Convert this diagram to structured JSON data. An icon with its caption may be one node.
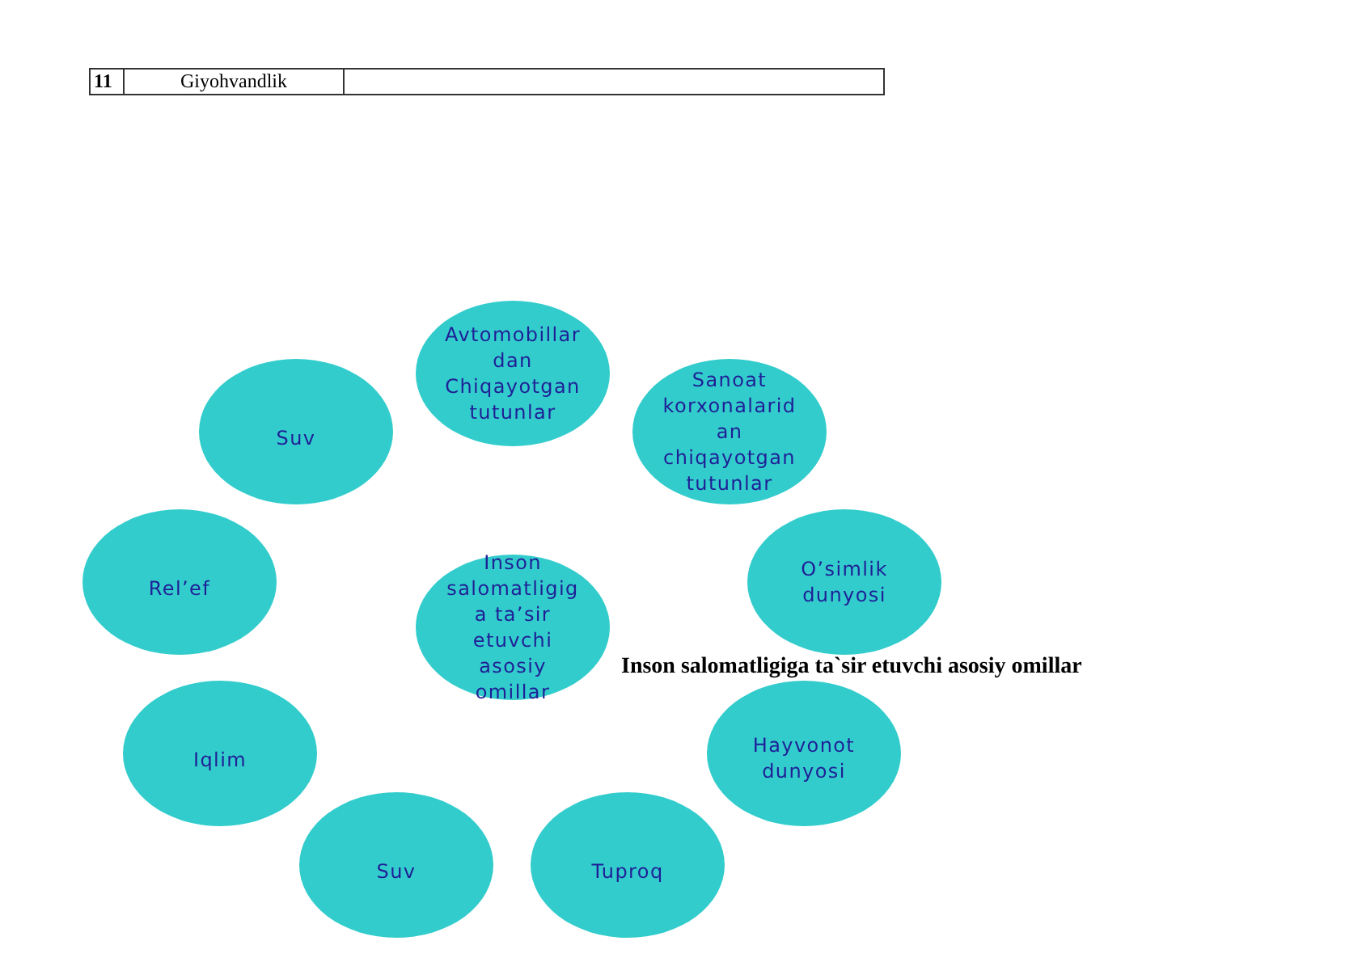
{
  "diagram": {
    "nodes": [
      {
        "text": [
          "Avtomobillardan Chiqayotgan tutunlar"
        ]
      },
      {
        "text": [
          "Suv"
        ]
      },
      {
        "text": [
          "Sanoat korxonalaridan chiqayotgan tutunlar"
        ]
      },
      {
        "text": [
          "Rel’ef"
        ]
      },
      {
        "text": [
          "Inson salomatligiga ta’sir etuvchi asosiy omillar"
        ]
      },
      {
        "text": [
          "O’simlik dunyosi"
        ]
      },
      {
        "text": [
          "Iqlim"
        ]
      },
      {
        "text": [
          "Hayvonot dunyosi"
        ]
      },
      {
        "text": [
          "Suv"
        ]
      },
      {
        "text": [
          "Tuproq"
        ]
      }
    ],
    "labels": [
      "11",
      "Giyohvandlik",
      "Inson salomatligiga ta`sir etuvchi asosiy omillar"
    ]
  }
}
